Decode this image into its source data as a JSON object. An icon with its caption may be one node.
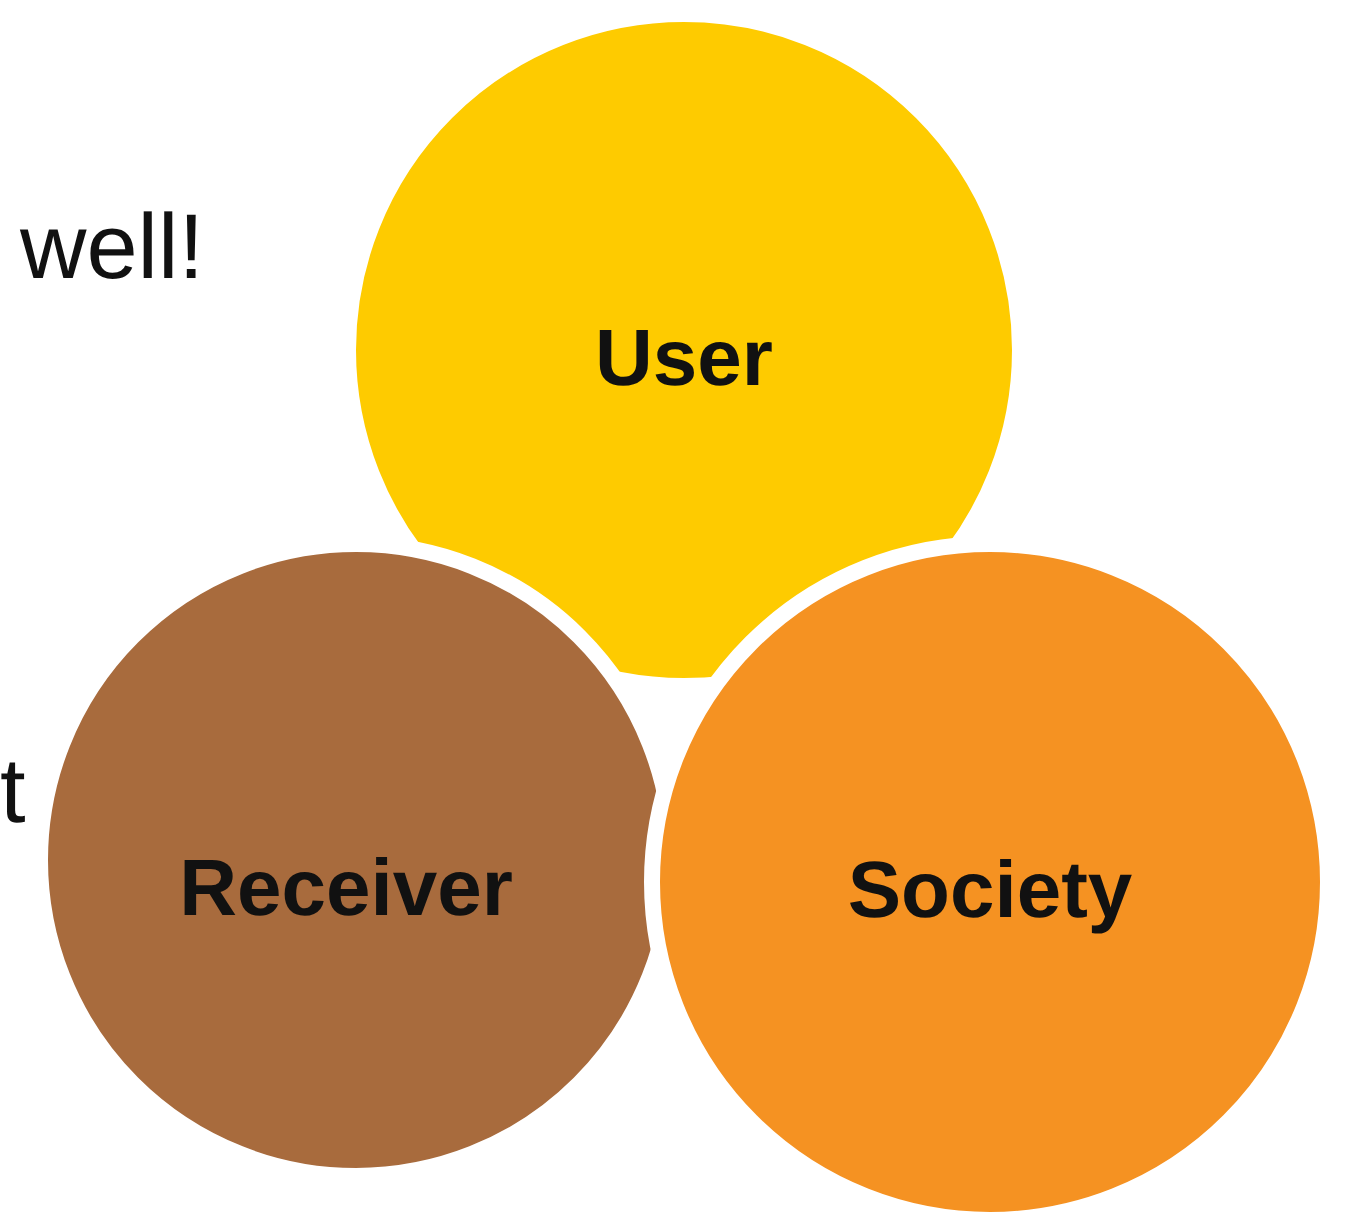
{
  "diagram": {
    "nodes": [
      {
        "text": [
          "User"
        ]
      },
      {
        "text": [
          "Receiver"
        ]
      },
      {
        "text": [
          "Society"
        ]
      }
    ],
    "labels": [
      "well!",
      "t"
    ]
  }
}
